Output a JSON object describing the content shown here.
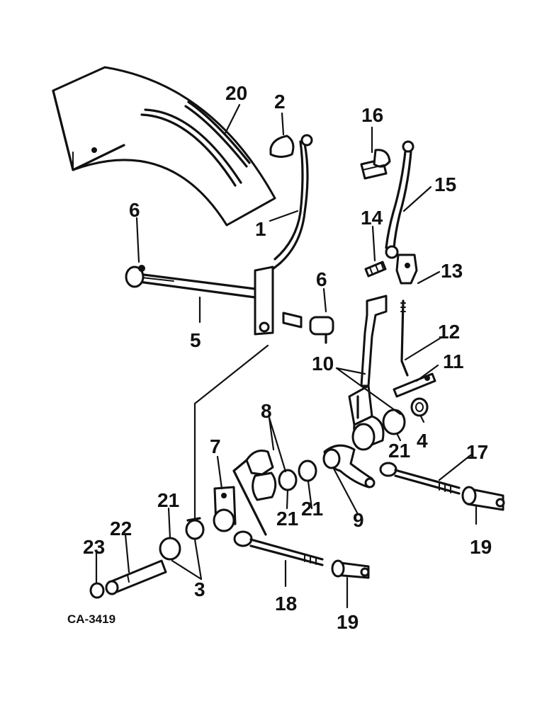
{
  "diagram": {
    "code": "CA-3419",
    "callouts": [
      {
        "id": "c20",
        "label": "20"
      },
      {
        "id": "c2",
        "label": "2"
      },
      {
        "id": "c16",
        "label": "16"
      },
      {
        "id": "c15",
        "label": "15"
      },
      {
        "id": "c1",
        "label": "1"
      },
      {
        "id": "c6a",
        "label": "6"
      },
      {
        "id": "c14",
        "label": "14"
      },
      {
        "id": "c13",
        "label": "13"
      },
      {
        "id": "c6b",
        "label": "6"
      },
      {
        "id": "c5",
        "label": "5"
      },
      {
        "id": "c12",
        "label": "12"
      },
      {
        "id": "c10",
        "label": "10"
      },
      {
        "id": "c11",
        "label": "11"
      },
      {
        "id": "c8",
        "label": "8"
      },
      {
        "id": "c7",
        "label": "7"
      },
      {
        "id": "c4",
        "label": "4"
      },
      {
        "id": "c21a",
        "label": "21"
      },
      {
        "id": "c17",
        "label": "17"
      },
      {
        "id": "c21b",
        "label": "21"
      },
      {
        "id": "c21c",
        "label": "21"
      },
      {
        "id": "c21d",
        "label": "21"
      },
      {
        "id": "c9",
        "label": "9"
      },
      {
        "id": "c22",
        "label": "22"
      },
      {
        "id": "c23",
        "label": "23"
      },
      {
        "id": "c3",
        "label": "3"
      },
      {
        "id": "c19a",
        "label": "19"
      },
      {
        "id": "c18",
        "label": "18"
      },
      {
        "id": "c19b",
        "label": "19"
      }
    ]
  }
}
